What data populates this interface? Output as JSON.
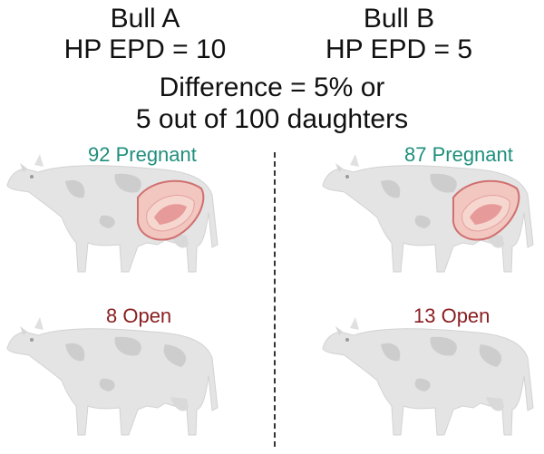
{
  "bull_a": {
    "name": "Bull A",
    "epd": "HP EPD = 10",
    "pregnant": "92 Pregnant",
    "open": "8 Open"
  },
  "bull_b": {
    "name": "Bull B",
    "epd": "HP EPD = 5",
    "pregnant": "87 Pregnant",
    "open": "13 Open"
  },
  "difference": {
    "line1": "Difference = 5% or",
    "line2": "5 out of 100 daughters"
  },
  "colors": {
    "pregnant_text": "#1f8f7c",
    "open_text": "#8a1f22",
    "cow_body": "#e4e4e4",
    "cow_spots": "#cdcdcd",
    "uterus": "#e79a9a"
  }
}
